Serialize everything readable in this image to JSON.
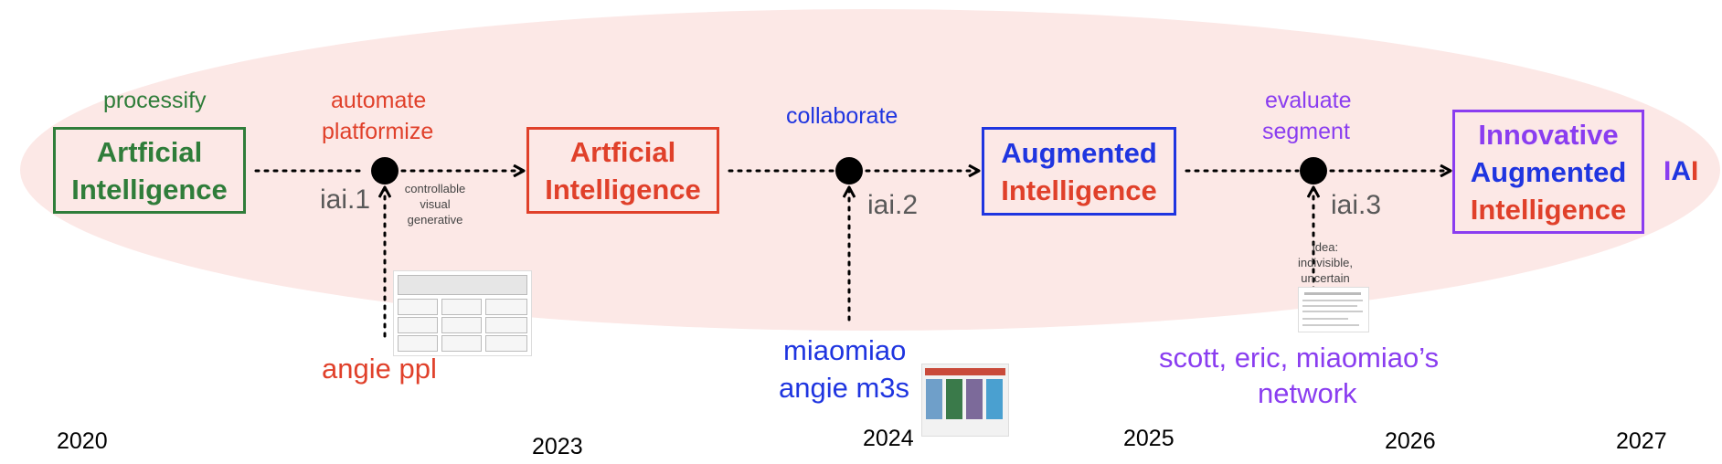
{
  "colors": {
    "green": "#2f7d3a",
    "red": "#e0402a",
    "blue": "#1f35e0",
    "purple": "#8a3df0",
    "gray": "#595959",
    "ellipse": "#fce8e6"
  },
  "stages": [
    {
      "line1": "Artficial",
      "line2": "Intelligence"
    },
    {
      "line1": "Artficial",
      "line2": "Intelligence"
    },
    {
      "line1": "Augmented",
      "line2": "Intelligence"
    },
    {
      "line1": "Innovative",
      "line2": "Augmented",
      "line3": "Intelligence"
    }
  ],
  "verbs": {
    "processify": "processify",
    "automate": "automate",
    "platformize": "platformize",
    "collaborate": "collaborate",
    "evaluate": "evaluate",
    "segment": "segment"
  },
  "milestones": [
    {
      "label": "iai.1",
      "note": [
        "controllable",
        "visual",
        "generative"
      ]
    },
    {
      "label": "iai.2"
    },
    {
      "label": "iai.3",
      "note": [
        "idea:",
        "indivisible,",
        "uncertain"
      ]
    }
  ],
  "contributors": {
    "c1": "angie ppl",
    "c2a": "miaomiao",
    "c2b": "angie m3s",
    "c3a": "scott, eric, miaomiao’s",
    "c3b": "network"
  },
  "end_label": {
    "i1": "I",
    "a": "A",
    "i2": "I"
  },
  "years": [
    "2020",
    "2023",
    "2024",
    "2025",
    "2026",
    "2027"
  ]
}
